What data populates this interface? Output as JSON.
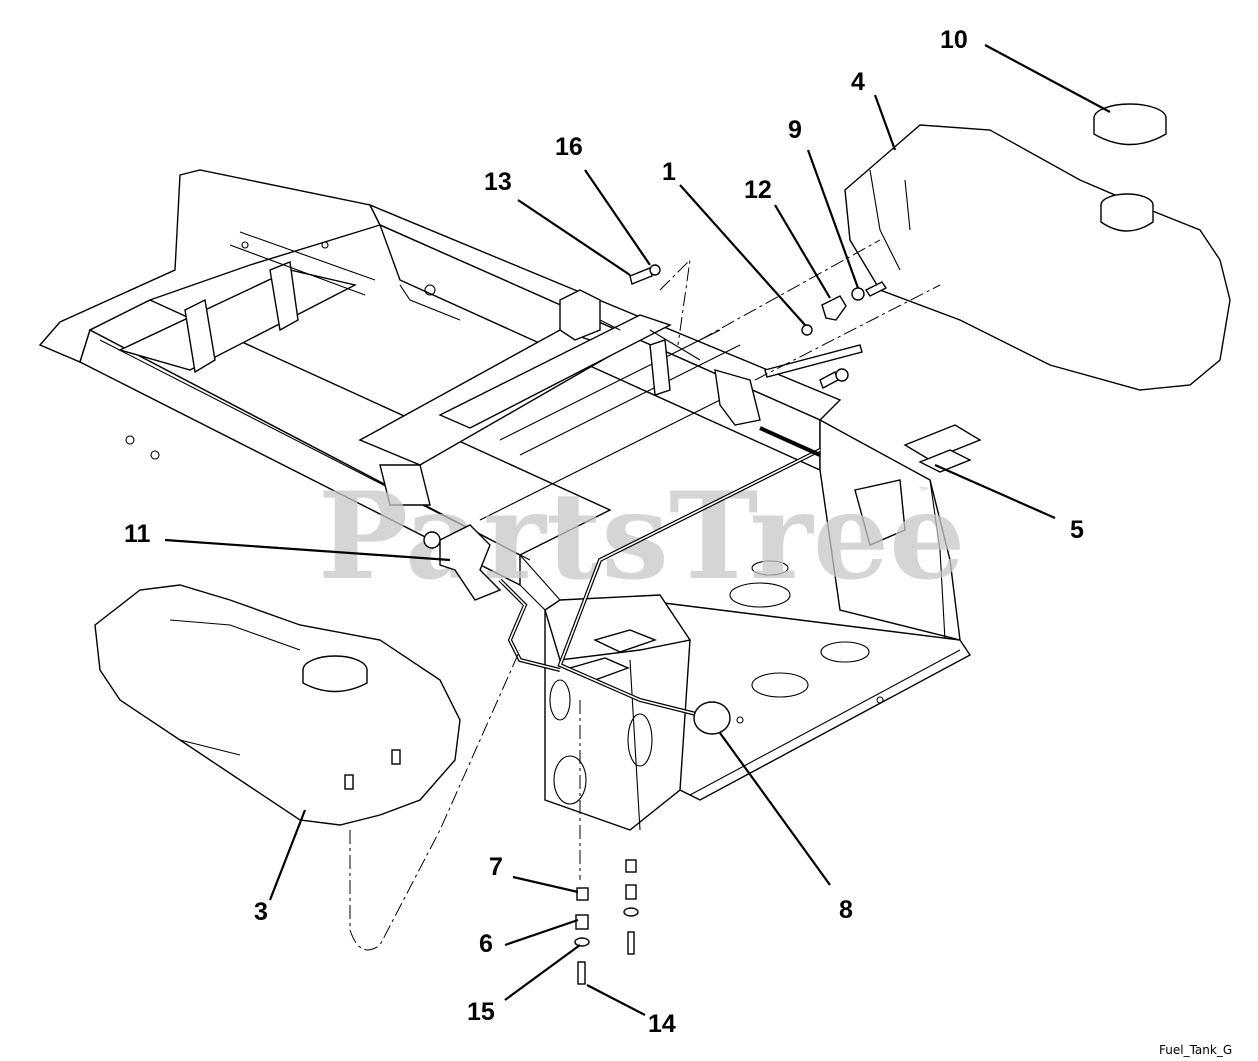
{
  "diagram": {
    "watermark": "PartsTree",
    "watermark_tm": "™",
    "caption": "Fuel_Tank_G",
    "callouts": [
      {
        "id": "c1",
        "label": "1"
      },
      {
        "id": "c3",
        "label": "3"
      },
      {
        "id": "c4",
        "label": "4"
      },
      {
        "id": "c5",
        "label": "5"
      },
      {
        "id": "c6",
        "label": "6"
      },
      {
        "id": "c7",
        "label": "7"
      },
      {
        "id": "c8",
        "label": "8"
      },
      {
        "id": "c9",
        "label": "9"
      },
      {
        "id": "c10",
        "label": "10"
      },
      {
        "id": "c11",
        "label": "11"
      },
      {
        "id": "c12",
        "label": "12"
      },
      {
        "id": "c13",
        "label": "13"
      },
      {
        "id": "c14",
        "label": "14"
      },
      {
        "id": "c15",
        "label": "15"
      },
      {
        "id": "c16",
        "label": "16"
      }
    ]
  }
}
